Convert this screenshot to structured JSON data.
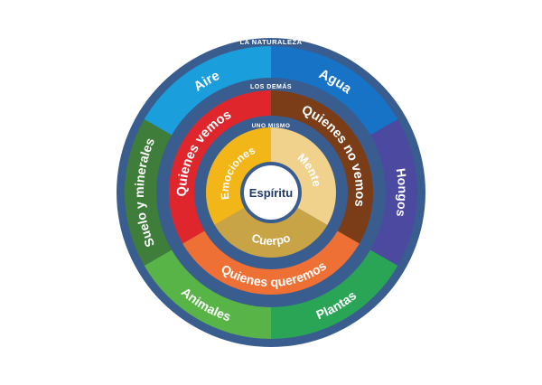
{
  "rings": [
    {
      "id": "naturaleza",
      "title": "LA NATURALEZA",
      "base_color": "#3a5d8f",
      "segments": [
        {
          "label": "Aire",
          "color": "#1a9fdc"
        },
        {
          "label": "Agua",
          "color": "#1773c6"
        },
        {
          "label": "Hongos",
          "color": "#4b4aa0"
        },
        {
          "label": "Plantas",
          "color": "#2aa556"
        },
        {
          "label": "Animales",
          "color": "#58b447"
        },
        {
          "label": "Suelo y minerales",
          "color": "#3f7e3a"
        }
      ]
    },
    {
      "id": "demas",
      "title": "LOS DEMÁS",
      "base_color": "#3a5d8f",
      "segments": [
        {
          "label": "Quienes no vemos",
          "color": "#7a3d17"
        },
        {
          "label": "Quienes queremos",
          "color": "#ee7035"
        },
        {
          "label": "Quienes vemos",
          "color": "#e0262d"
        }
      ]
    },
    {
      "id": "uno_mismo",
      "title": "UNO MISMO",
      "base_color": "#3a5d8f",
      "segments": [
        {
          "label": "Mente",
          "color": "#f1d28d"
        },
        {
          "label": "Cuerpo",
          "color": "#c8a447"
        },
        {
          "label": "Emociones",
          "color": "#f2b619"
        }
      ]
    }
  ],
  "center": {
    "label": "Espíritu",
    "color": "#ffffff"
  }
}
